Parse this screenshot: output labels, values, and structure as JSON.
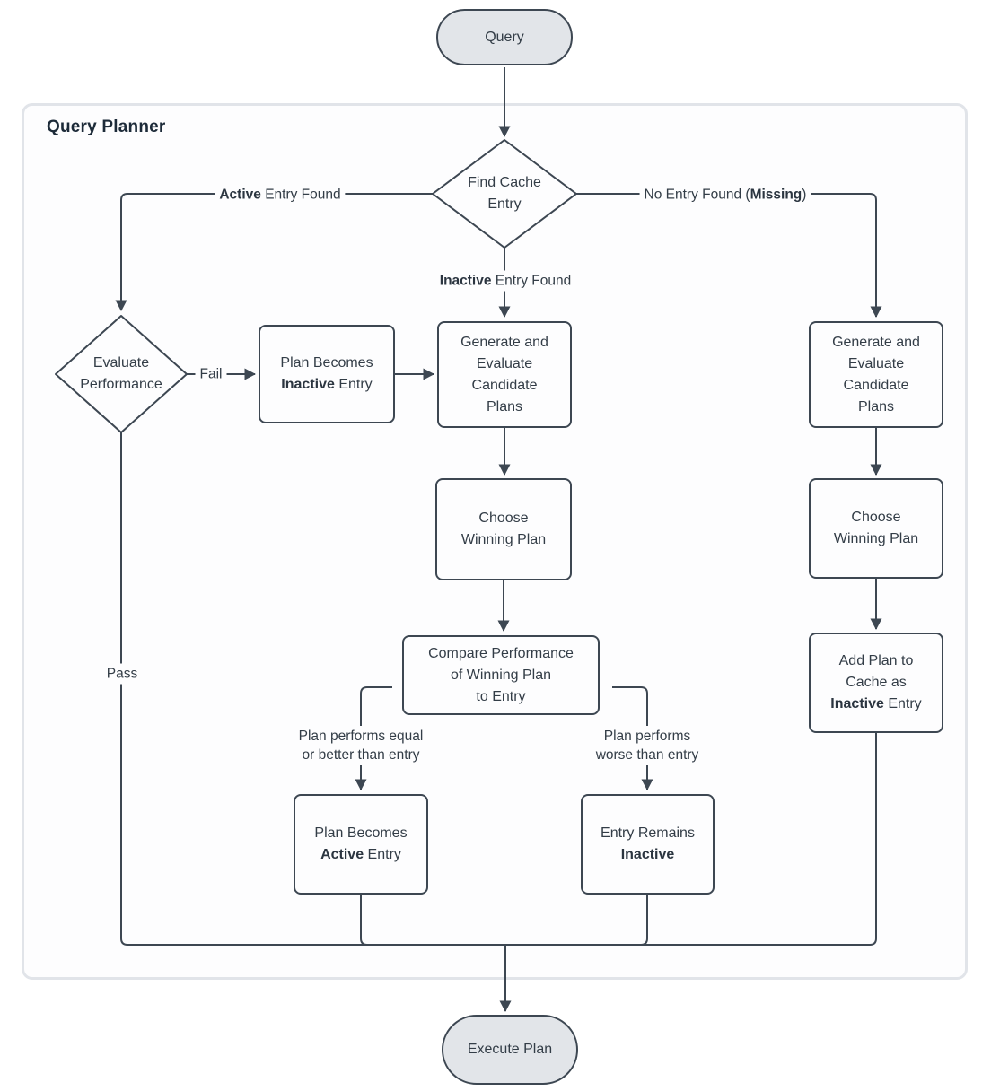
{
  "diagram": {
    "title": "Query Planner",
    "nodes": {
      "query": {
        "label": "Query"
      },
      "find_cache": {
        "l1": "Find Cache",
        "l2": "Entry"
      },
      "evaluate_performance": {
        "l1": "Evaluate",
        "l2": "Performance"
      },
      "plan_becomes_inactive": {
        "l1": "Plan Becomes",
        "l2_bold": "Inactive",
        "l2_rest": " Entry"
      },
      "generate_candidates_mid": {
        "l1": "Generate and",
        "l2": "Evaluate",
        "l3": "Candidate",
        "l4": "Plans"
      },
      "choose_winning_mid": {
        "l1": "Choose",
        "l2": "Winning Plan"
      },
      "compare_performance": {
        "l1": "Compare Performance",
        "l2": "of Winning Plan",
        "l3": "to Entry"
      },
      "plan_becomes_active": {
        "l1": "Plan Becomes",
        "l2_bold": "Active",
        "l2_rest": " Entry"
      },
      "entry_remains_inactive": {
        "l1": "Entry Remains",
        "l2_bold": "Inactive"
      },
      "generate_candidates_right": {
        "l1": "Generate and",
        "l2": "Evaluate",
        "l3": "Candidate",
        "l4": "Plans"
      },
      "choose_winning_right": {
        "l1": "Choose",
        "l2": "Winning Plan"
      },
      "add_plan_to_cache": {
        "l1": "Add Plan to",
        "l2": "Cache as",
        "l3_bold": "Inactive",
        "l3_rest": " Entry"
      },
      "execute_plan": {
        "label": "Execute Plan"
      }
    },
    "edge_labels": {
      "active_found": {
        "bold": "Active",
        "rest": " Entry Found"
      },
      "no_entry_found": {
        "pre": "No Entry Found (",
        "bold": "Missing",
        "post": ")"
      },
      "inactive_found": {
        "bold": "Inactive",
        "rest": " Entry Found"
      },
      "fail": "Fail",
      "pass": "Pass",
      "equal_or_better": {
        "l1": "Plan performs equal",
        "l2": "or better than entry"
      },
      "worse": {
        "l1": "Plan performs",
        "l2": "worse than entry"
      }
    },
    "colors": {
      "connector_stroke": "#3D4752",
      "terminal_fill": "#E2E5E9",
      "process_fill": "#FDFDFE",
      "container_border": "#E1E4E9",
      "title_text": "#1D2B39",
      "node_text": "#333D47"
    }
  }
}
